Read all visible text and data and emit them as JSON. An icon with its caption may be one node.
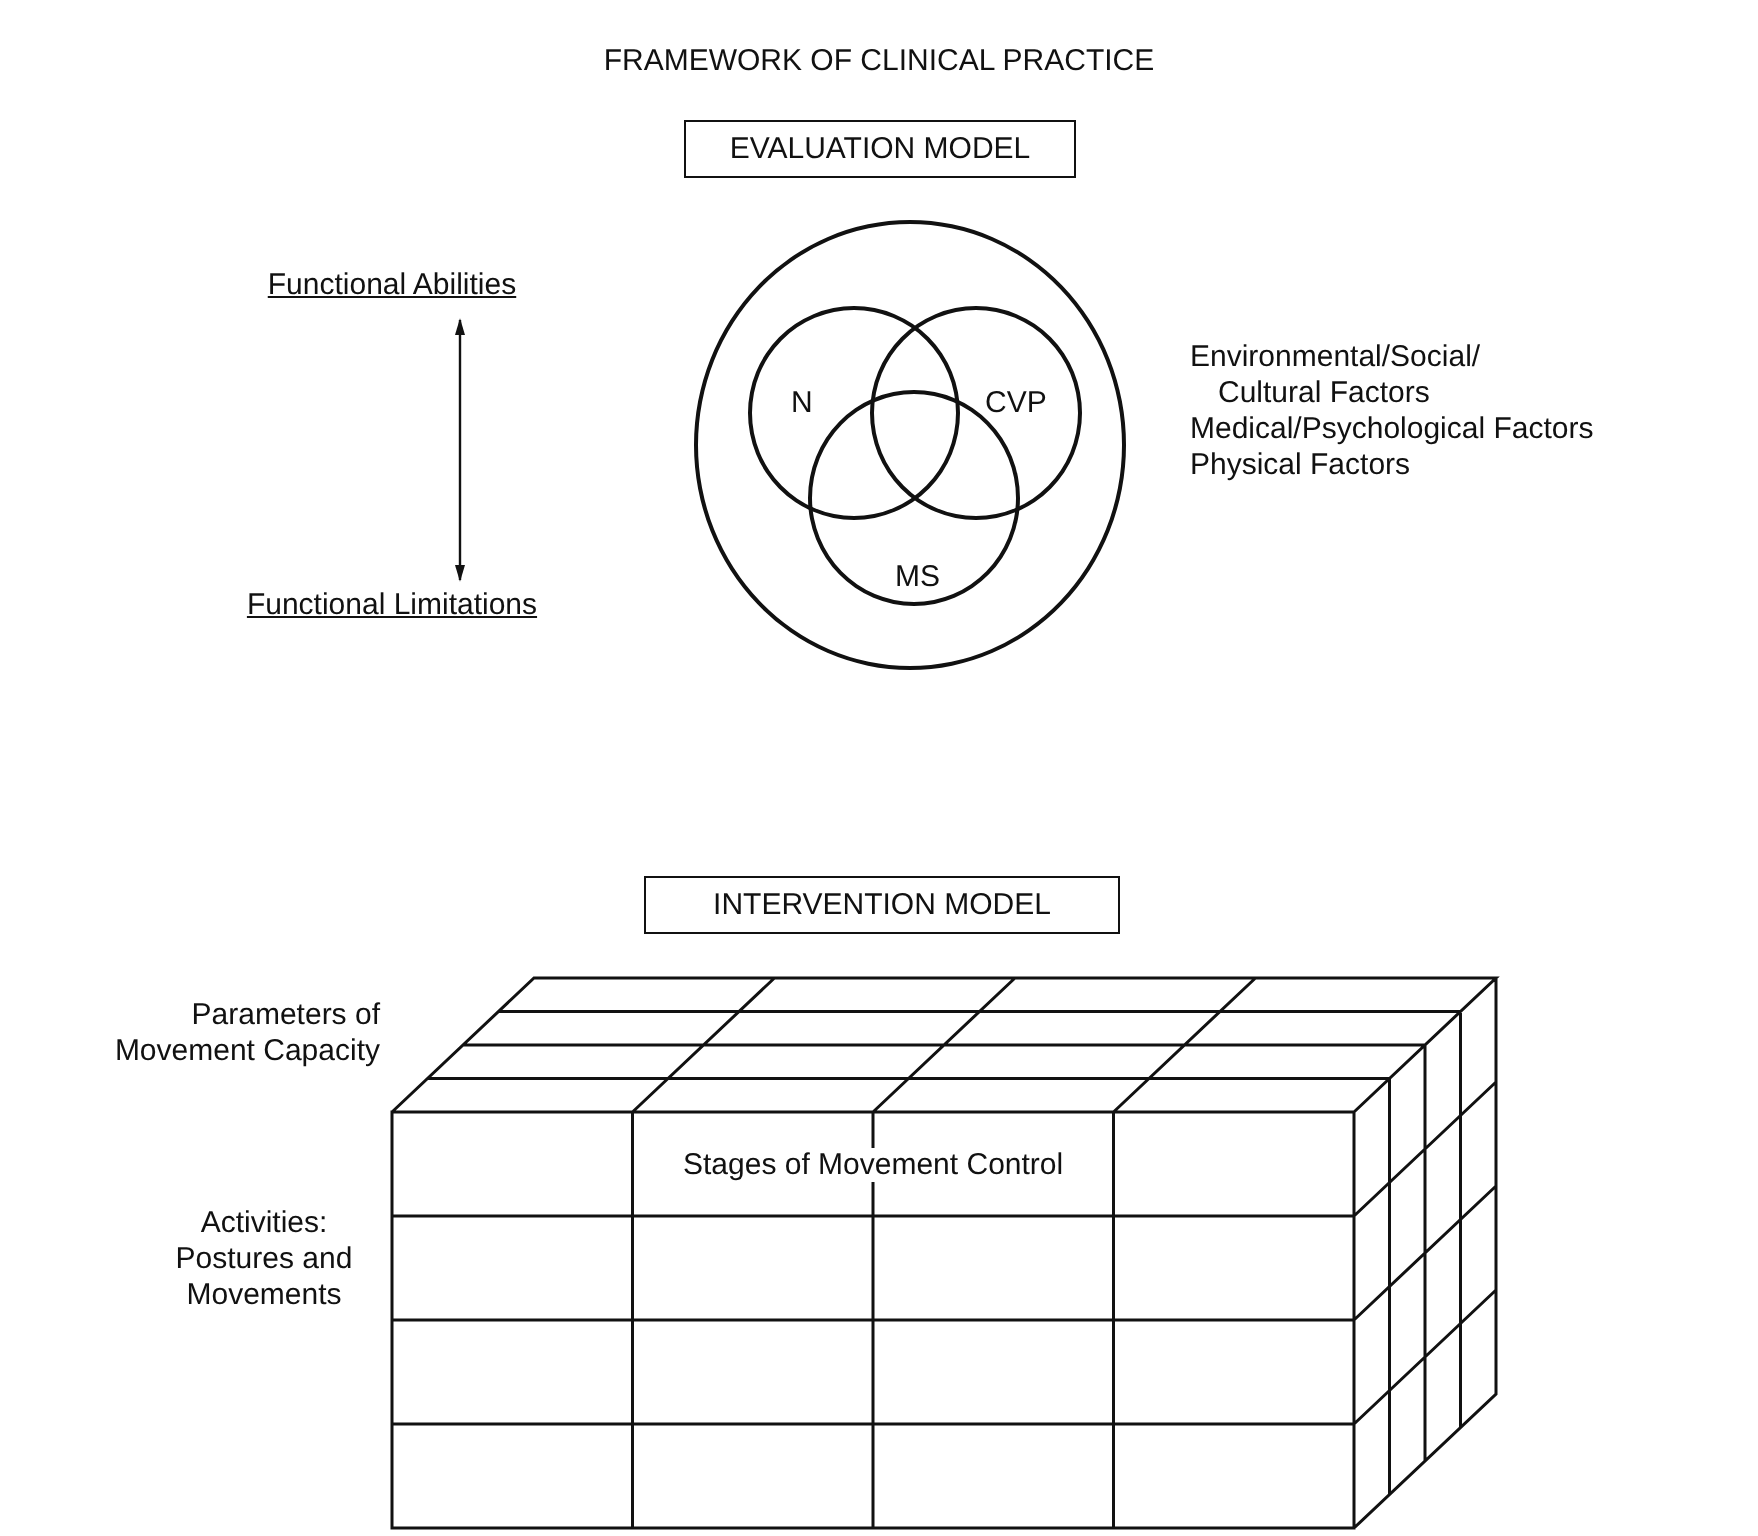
{
  "diagram": {
    "title": "FRAMEWORK OF CLINICAL PRACTICE",
    "nodes": [
      {
        "text": [
          "EVALUATION MODEL"
        ]
      },
      {
        "text": [
          "Functional Abilities"
        ]
      },
      {
        "text": [
          "Functional Limitations"
        ]
      },
      {
        "text": [],
        "shape": "circle"
      },
      {
        "text": [
          "N"
        ],
        "in": 3
      },
      {
        "text": [
          "CVP"
        ],
        "in": 3
      },
      {
        "text": [
          "MS"
        ],
        "in": 3
      },
      {
        "text": [
          "INTERVENTION MODEL"
        ]
      },
      {
        "text": [
          "Stages of Movement Control"
        ]
      }
    ],
    "edges": [
      {
        "from": 1,
        "to": 2,
        "arrow": "both"
      }
    ],
    "labels": [
      "Environmental/Social/ Cultural Factors",
      "Medical/Psychological Factors",
      "Physical Factors",
      "Parameters of Movement Capacity",
      "Activities: Postures and Movements"
    ]
  }
}
